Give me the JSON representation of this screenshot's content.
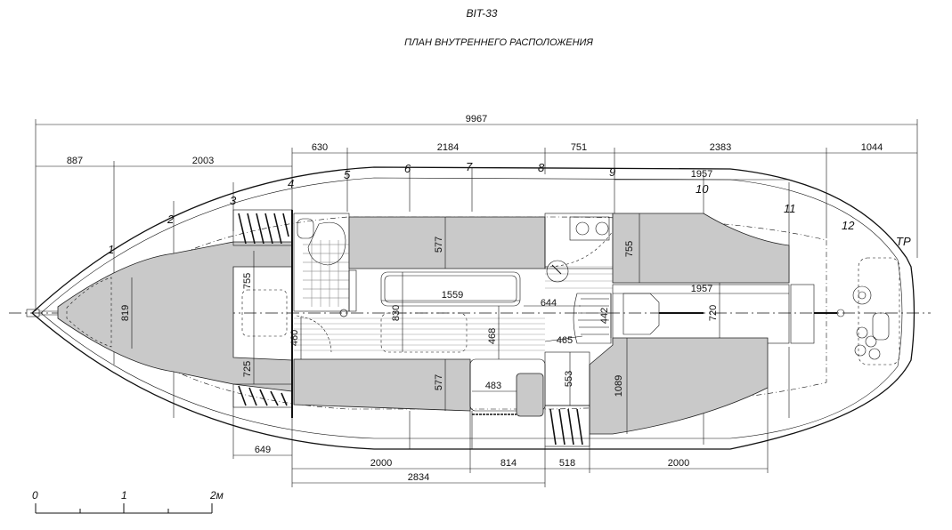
{
  "header": {
    "model": "BIT-33",
    "plan_title": "ПЛАН ВНУТРЕННЕГО РАСПОЛОЖЕНИЯ"
  },
  "frames": [
    "1",
    "2",
    "3",
    "4",
    "5",
    "6",
    "7",
    "8",
    "9",
    "10",
    "11",
    "12",
    "ТР"
  ],
  "dimensions": {
    "overall": "9967",
    "top_887": "887",
    "top_2003": "2003",
    "top_630": "630",
    "top_2184": "2184",
    "top_751": "751",
    "top_2383": "2383",
    "top_1044": "1044",
    "top_1957": "1957",
    "v_819": "819",
    "v_755_fwd": "755",
    "v_725": "725",
    "v_577_top": "577",
    "v_577_bot": "577",
    "v_755_aft": "755",
    "v_460": "460",
    "v_468": "468",
    "v_442": "442",
    "v_830": "830",
    "v_720": "720",
    "v_553": "553",
    "v_1089": "1089",
    "h_1559": "1559",
    "h_644": "644",
    "h_465": "465",
    "h_1957_mid": "1957",
    "h_483": "483",
    "bottom_649": "649",
    "bottom_2000_fwd": "2000",
    "bottom_814": "814",
    "bottom_518": "518",
    "bottom_2000_aft": "2000",
    "bottom_2834": "2834"
  },
  "scale_bar": {
    "label_0": "0",
    "label_1": "1",
    "label_2": "2м"
  }
}
